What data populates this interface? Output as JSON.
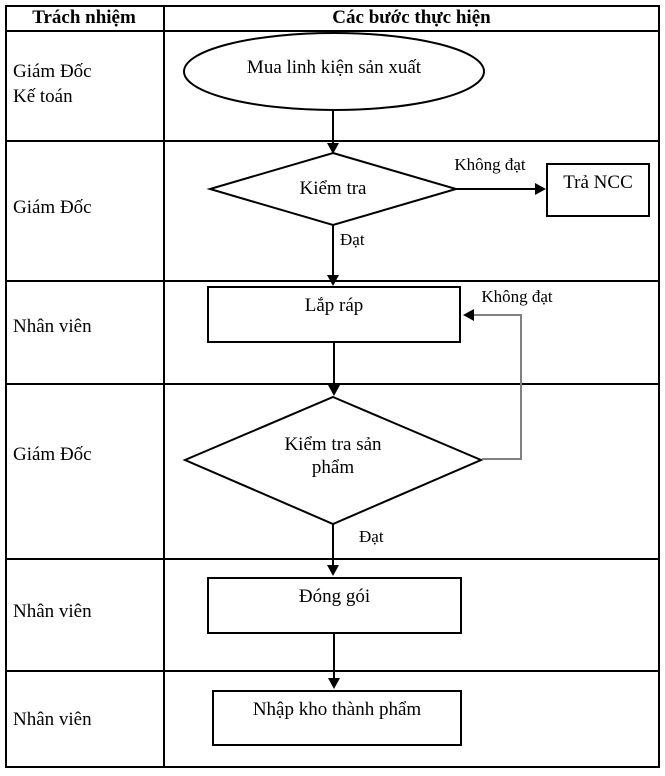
{
  "table": {
    "header": {
      "responsibility": "Trách nhiệm",
      "steps": "Các bước thực hiện"
    },
    "rows": [
      {
        "label_line1": "Giám Đốc",
        "label_line2": "Kế toán"
      },
      {
        "label": "Giám Đốc"
      },
      {
        "label": "Nhân viên"
      },
      {
        "label": "Giám Đốc"
      },
      {
        "label": "Nhân viên"
      },
      {
        "label": "Nhân viên"
      }
    ]
  },
  "flow": {
    "start": "Mua linh kiện sản xuất",
    "decision1": "Kiểm tra",
    "decision1_fail_label": "Không đạt",
    "decision1_fail_target": "Trả NCC",
    "decision1_pass_label": "Đạt",
    "step_assemble": "Lắp ráp",
    "decision2_fail_label": "Không đạt",
    "decision2": "Kiểm tra sản phẩm",
    "decision2_pass_label": "Đạt",
    "step_pack": "Đóng gói",
    "step_store": "Nhập kho thành phẩm"
  },
  "colors": {
    "line": "#000000",
    "feedback_line": "#808080",
    "text": "#000000"
  }
}
